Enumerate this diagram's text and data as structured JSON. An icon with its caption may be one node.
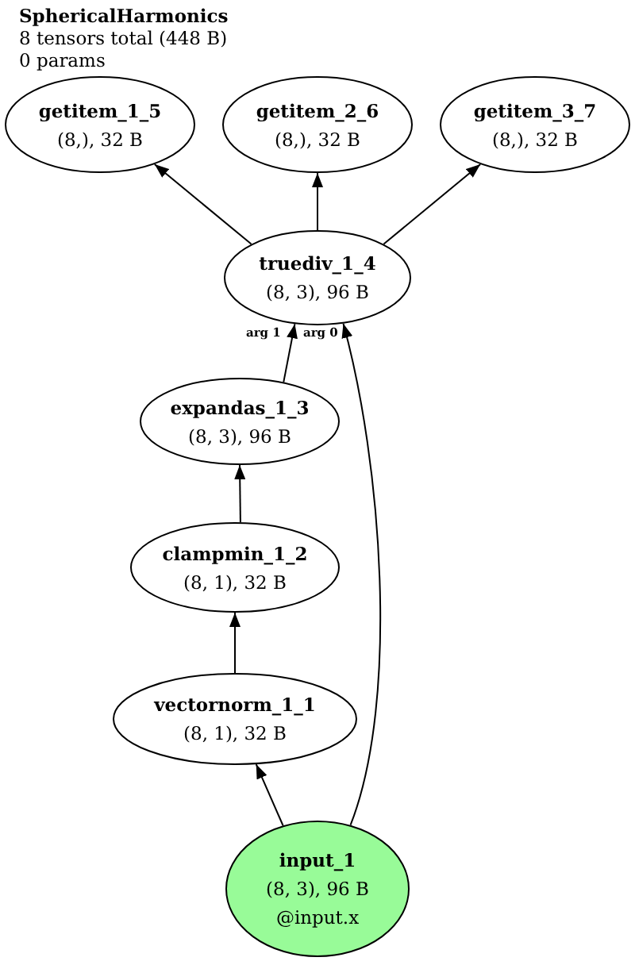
{
  "diagram": {
    "title": "SphericalHarmonics",
    "nodes": [
      {
        "text": [
          "getitem_1_5",
          "(8,), 32 B"
        ]
      },
      {
        "text": [
          "getitem_2_6",
          "(8,), 32 B"
        ]
      },
      {
        "text": [
          "getitem_3_7",
          "(8,), 32 B"
        ]
      },
      {
        "text": [
          "truediv_1_4",
          "(8, 3), 96 B"
        ]
      },
      {
        "text": [
          "expandas_1_3",
          "(8, 3), 96 B"
        ]
      },
      {
        "text": [
          "clampmin_1_2",
          "(8, 1), 32 B"
        ]
      },
      {
        "text": [
          "vectornorm_1_1",
          "(8, 1), 32 B"
        ]
      },
      {
        "text": [
          "input_1",
          "(8, 3), 96 B",
          "@input.x"
        ]
      }
    ],
    "edges": [
      {
        "from": 3,
        "to": 0,
        "arrow": "to"
      },
      {
        "from": 3,
        "to": 1,
        "arrow": "to"
      },
      {
        "from": 3,
        "to": 2,
        "arrow": "to"
      },
      {
        "from": 4,
        "to": 3,
        "arrow": "to",
        "label": "arg 1"
      },
      {
        "from": 7,
        "to": 3,
        "arrow": "to",
        "label": "arg 0"
      },
      {
        "from": 5,
        "to": 4,
        "arrow": "to"
      },
      {
        "from": 6,
        "to": 5,
        "arrow": "to"
      },
      {
        "from": 7,
        "to": 6,
        "arrow": "to"
      }
    ],
    "labels": [
      "8 tensors total (448 B)",
      "0 params"
    ]
  }
}
